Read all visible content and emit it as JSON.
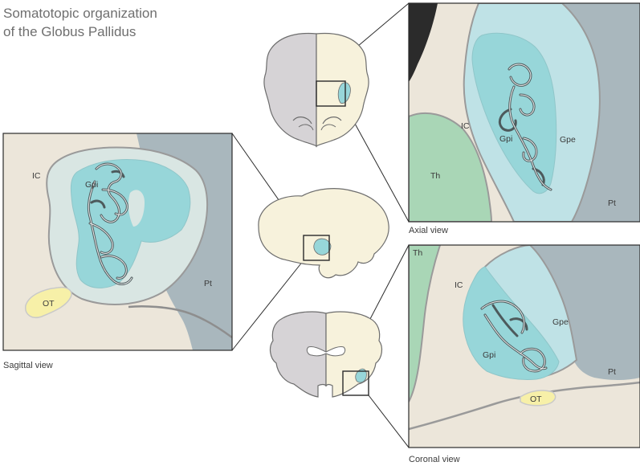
{
  "title": {
    "line1": "Somatotopic organization",
    "line2": "of the Globus Pallidus"
  },
  "colors": {
    "background_tissue": "#ece6da",
    "capsule_light": "#d9e6e3",
    "gpe": "#bfe2e6",
    "gpi": "#97d6d9",
    "putamen": "#a9b7bd",
    "thalamus": "#a9d6b6",
    "optic_tract": "#f7f0a8",
    "brain_left_hemisphere": "#d6d3d6",
    "brain_right_hemisphere": "#f7f2dc",
    "outline": "#6d6d6d"
  },
  "panels": {
    "sagittal": {
      "caption": "Sagittal view",
      "labels": {
        "ic": "IC",
        "gpi": "Gpi",
        "pt": "Pt",
        "ot": "OT"
      }
    },
    "axial": {
      "caption": "Axial view",
      "labels": {
        "ic": "IC",
        "gpi": "Gpi",
        "gpe": "Gpe",
        "th": "Th",
        "pt": "Pt"
      }
    },
    "coronal": {
      "caption": "Coronal view",
      "labels": {
        "th": "Th",
        "ic": "IC",
        "gpe": "Gpe",
        "gpi": "Gpi",
        "pt": "Pt",
        "ot": "OT"
      }
    }
  }
}
